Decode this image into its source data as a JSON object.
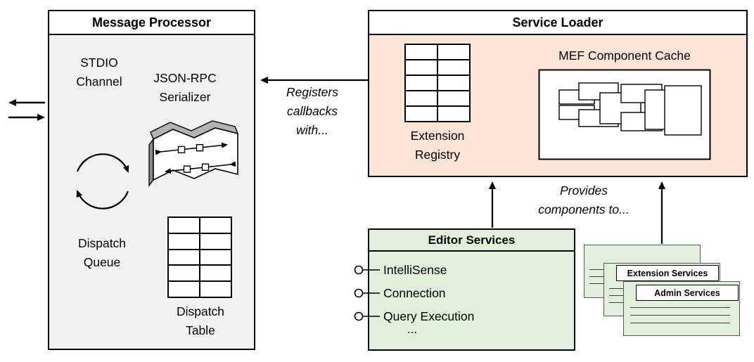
{
  "colors": {
    "message_processor_fill": "#f2f2f2",
    "service_loader_fill": "#fce4d6",
    "editor_services_fill": "#e2efda",
    "card_fill": "#e2efda",
    "line": "#000000"
  },
  "message_processor": {
    "title": "Message Processor",
    "stdio_channel_label": "STDIO\nChannel",
    "serializer_label": "JSON-RPC\nSerializer",
    "dispatch_queue_label": "Dispatch\nQueue",
    "dispatch_table_label": "Dispatch\nTable"
  },
  "service_loader": {
    "title": "Service Loader",
    "extension_registry_label": "Extension\nRegistry",
    "mef_cache_label": "MEF Component Cache"
  },
  "annotations": {
    "registers_callbacks": "Registers\ncallbacks\nwith...",
    "provides_components": "Provides\ncomponents to..."
  },
  "editor_services": {
    "title": "Editor Services",
    "items": [
      "IntelliSense",
      "Connection",
      "Query Execution"
    ],
    "ellipsis": "..."
  },
  "service_cards": {
    "extension_services_label": "Extension Services",
    "admin_services_label": "Admin Services"
  }
}
